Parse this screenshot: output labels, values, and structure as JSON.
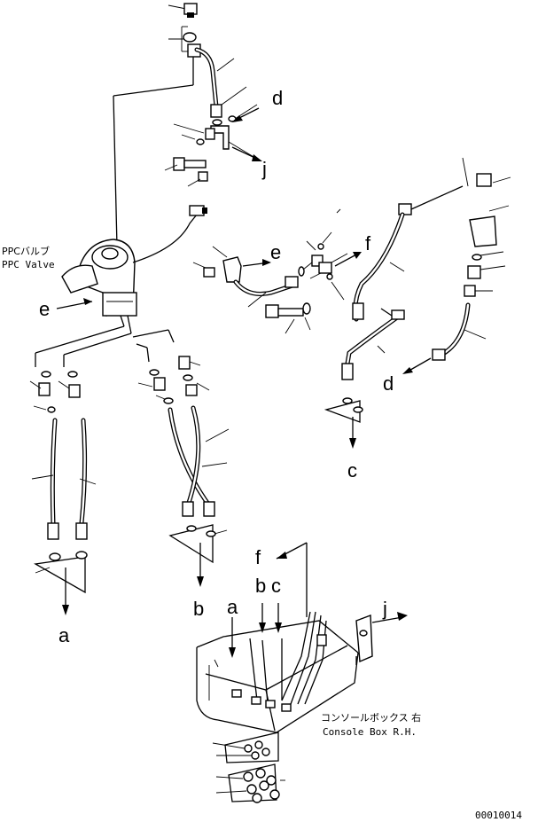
{
  "labels": {
    "ppc_valve_jp": "PPCバルブ",
    "ppc_valve_en": "PPC Valve",
    "console_box_jp": "コンソールボックス 右",
    "console_box_en": "Console Box R.H.",
    "drawing_number": "00010014"
  },
  "ref_letters": {
    "a": "a",
    "b": "b",
    "c": "c",
    "d": "d",
    "e": "e",
    "f": "f",
    "j": "j"
  }
}
